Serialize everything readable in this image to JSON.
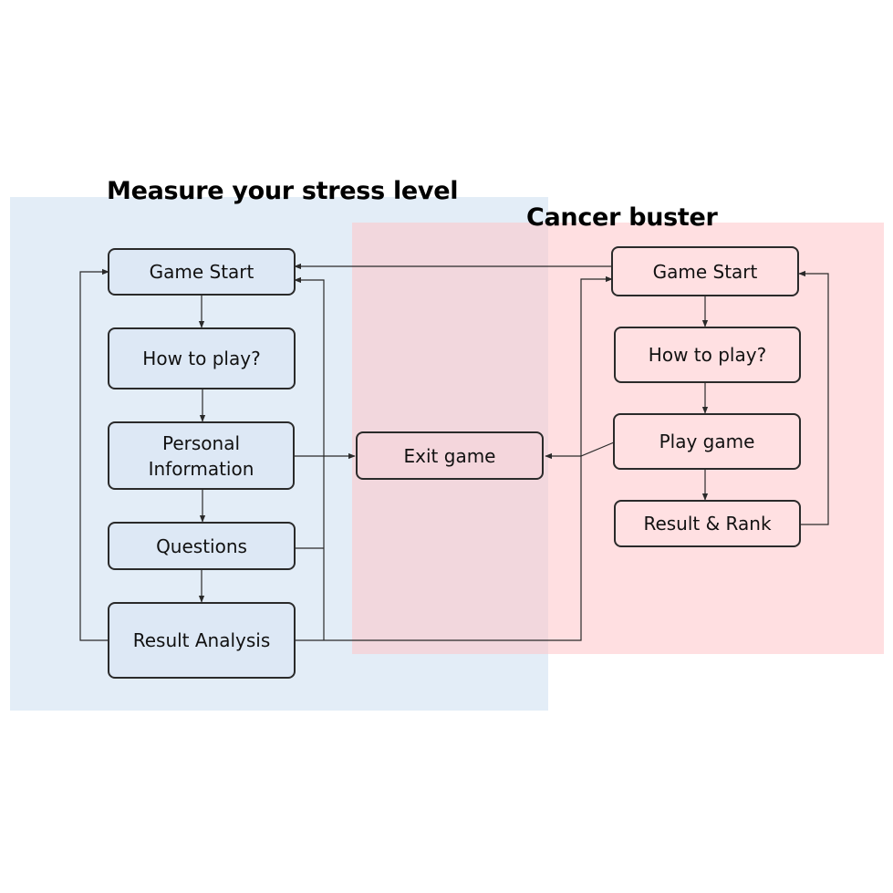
{
  "regions": {
    "left": {
      "title": "Measure your stress level",
      "color": "#cddff1"
    },
    "right": {
      "title": "Cancer buster",
      "color": "#ffc4c8"
    }
  },
  "nodes": {
    "left_game_start": "Game Start",
    "left_how_to_play": "How to play?",
    "personal_info": "Personal\nInformation",
    "questions": "Questions",
    "result_analysis": "Result Analysis",
    "exit_game": "Exit game",
    "right_game_start": "Game Start",
    "right_how_to_play": "How to play?",
    "play_game": "Play game",
    "result_rank": "Result & Rank"
  }
}
